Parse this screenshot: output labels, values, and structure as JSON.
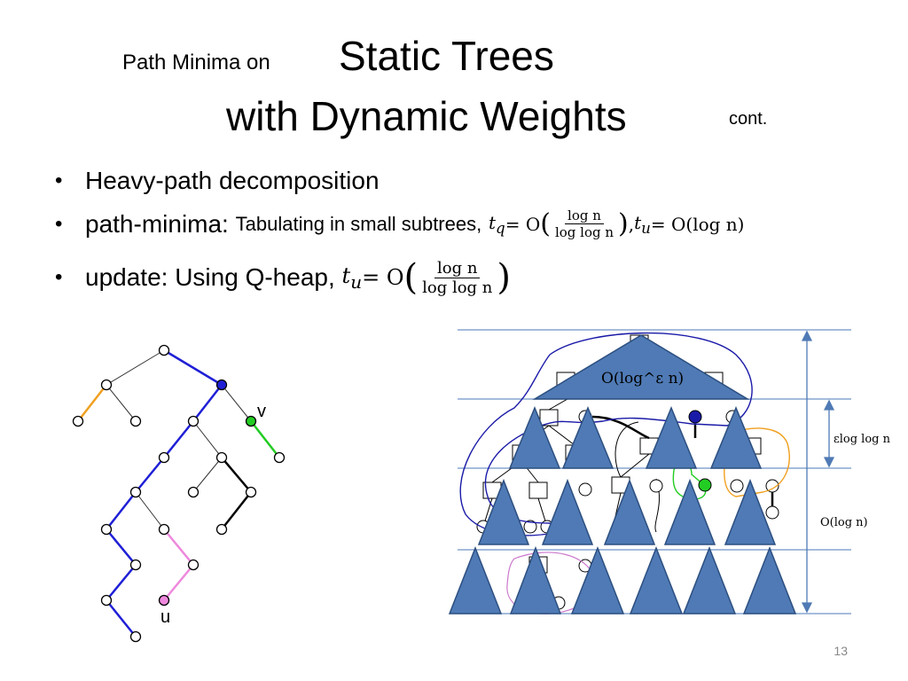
{
  "title": {
    "small": "Path Minima on",
    "big_line1": "Static Trees",
    "big_line2": "with Dynamic Weights",
    "suffix": "cont."
  },
  "bullets": [
    {
      "text": "Heavy-path decomposition"
    },
    {
      "label": "path-minima:",
      "detail": "Tabulating in small subtrees,",
      "tq_lhs": "t",
      "tq_sub": "q",
      "eq": "= O",
      "frac_num": "log n",
      "frac_den": "log log n",
      "sep": ",",
      "tu_lhs": "t",
      "tu_sub": "u",
      "tu_rhs": "= O(log n)"
    },
    {
      "label": "update: Using Q-heap,",
      "tu_lhs": "t",
      "tu_sub": "u",
      "eq": "= O",
      "frac_num": "log n",
      "frac_den": "log log n"
    }
  ],
  "left_tree": {
    "label_v": "v",
    "label_u": "u",
    "colors": {
      "heavy": "#1f1fd6",
      "orange": "#f0a020",
      "green": "#22cc22",
      "pink": "#ee88dd",
      "black": "#000000",
      "thin": "#333333"
    }
  },
  "right_diagram": {
    "top_label": "O(log^ε n)",
    "dim_middle": "εlog log n",
    "dim_bottom": "O(log n)",
    "colors": {
      "triangle_fill": "#4f7ab5",
      "triangle_stroke": "#2c4f80",
      "line": "#6f95c8",
      "blue_loop": "#1a1aa8",
      "orange": "#f0a020",
      "green": "#22cc22",
      "pink": "#cc77cc"
    }
  },
  "page_number": "13"
}
